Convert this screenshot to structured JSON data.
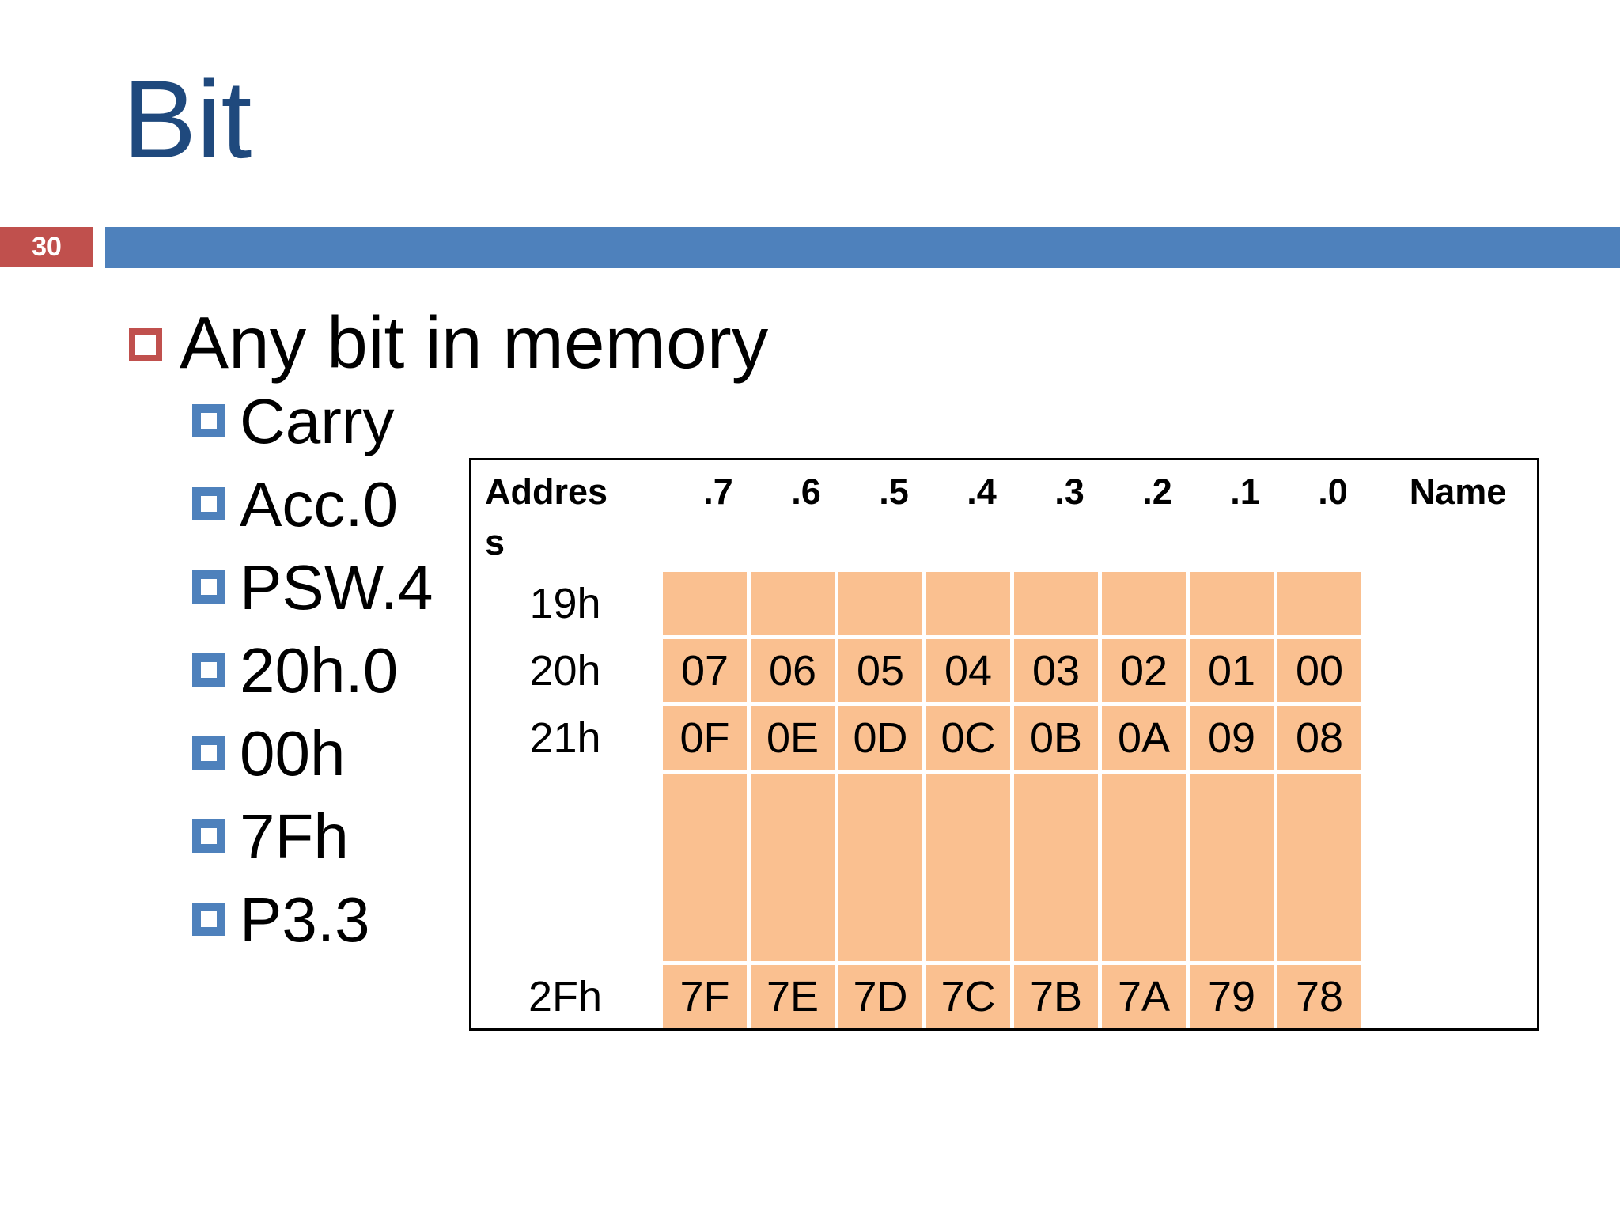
{
  "slide": {
    "title": "Bit",
    "page_number": "30",
    "bullet_text": "Any bit in memory",
    "sub_bullets": [
      "Carry",
      "Acc.0",
      "PSW.4",
      "20h.0",
      "00h",
      "7Fh",
      "P3.3"
    ],
    "colors": {
      "title_blue": "#1F497D",
      "accent_blue": "#4E81BC",
      "accent_red": "#C0504D",
      "table_orange": "#FAC090"
    }
  },
  "table": {
    "headers": [
      "Address",
      ".7",
      ".6",
      ".5",
      ".4",
      ".3",
      ".2",
      ".1",
      ".0",
      "Name"
    ],
    "rows": [
      {
        "address": "19h",
        "cells": [
          "",
          "",
          "",
          "",
          "",
          "",
          "",
          ""
        ],
        "name": ""
      },
      {
        "address": "20h",
        "cells": [
          "07",
          "06",
          "05",
          "04",
          "03",
          "02",
          "01",
          "00"
        ],
        "name": ""
      },
      {
        "address": "21h",
        "cells": [
          "0F",
          "0E",
          "0D",
          "0C",
          "0B",
          "0A",
          "09",
          "08"
        ],
        "name": ""
      },
      {
        "address": "",
        "cells": [
          "",
          "",
          "",
          "",
          "",
          "",
          "",
          ""
        ],
        "name": ""
      },
      {
        "address": "2Fh",
        "cells": [
          "7F",
          "7E",
          "7D",
          "7C",
          "7B",
          "7A",
          "79",
          "78"
        ],
        "name": ""
      }
    ]
  }
}
